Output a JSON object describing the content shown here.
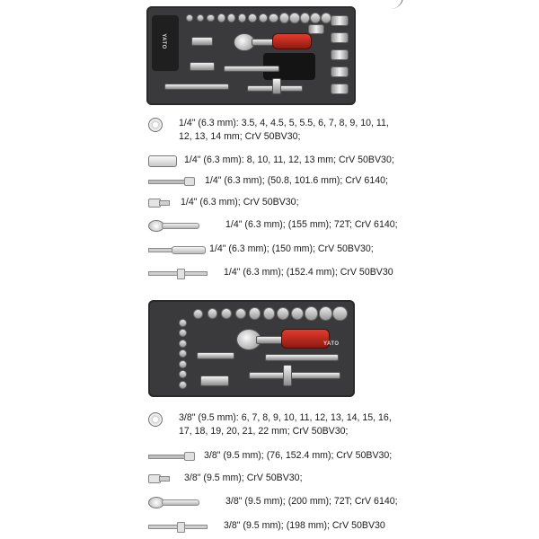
{
  "tray1": {
    "brand": "YATO"
  },
  "tray2": {
    "brand": "YATO"
  },
  "section1": [
    {
      "icon": "socket-icon",
      "lines": [
        "1/4\" (6.3 mm): 3.5, 4, 4.5, 5, 5.5, 6, 7, 8, 9, 10, 11,",
        "12, 13, 14 mm; CrV 50BV30;"
      ]
    },
    {
      "icon": "deep-socket-icon",
      "lines": [
        "1/4\" (6.3 mm): 8, 10, 11, 12, 13 mm; CrV 50BV30;"
      ]
    },
    {
      "icon": "extension-bar-icon",
      "lines": [
        "1/4\" (6.3 mm); (50.8, 101.6 mm); CrV 6140;"
      ]
    },
    {
      "icon": "adapter-icon",
      "lines": [
        "1/4\" (6.3 mm); CrV 50BV30;"
      ]
    },
    {
      "icon": "ratchet-icon",
      "lines": [
        "1/4\" (6.3 mm); (155 mm); 72T; CrV 6140;"
      ]
    },
    {
      "icon": "spinner-handle-icon",
      "lines": [
        "1/4\" (6.3 mm); (150 mm); CrV 50BV30;"
      ]
    },
    {
      "icon": "t-bar-icon",
      "lines": [
        "1/4\" (6.3 mm); (152.4 mm); CrV 50BV30"
      ]
    }
  ],
  "section2": [
    {
      "icon": "socket-icon",
      "lines": [
        "3/8\" (9.5 mm): 6, 7, 8, 9, 10, 11, 12, 13, 14, 15, 16,",
        "17, 18, 19, 20, 21, 22 mm; CrV 50BV30;"
      ]
    },
    {
      "icon": "extension-bar-icon",
      "lines": [
        "3/8\" (9.5 mm); (76, 152.4 mm); CrV 50BV30;"
      ]
    },
    {
      "icon": "adapter-icon",
      "lines": [
        "3/8\" (9.5 mm);  CrV 50BV30;"
      ]
    },
    {
      "icon": "ratchet-icon",
      "lines": [
        "3/8\" (9.5 mm); (200 mm); 72T; CrV 6140;"
      ]
    },
    {
      "icon": "t-bar-icon",
      "lines": [
        "3/8\" (9.5 mm); (198 mm); CrV 50BV30"
      ]
    }
  ]
}
